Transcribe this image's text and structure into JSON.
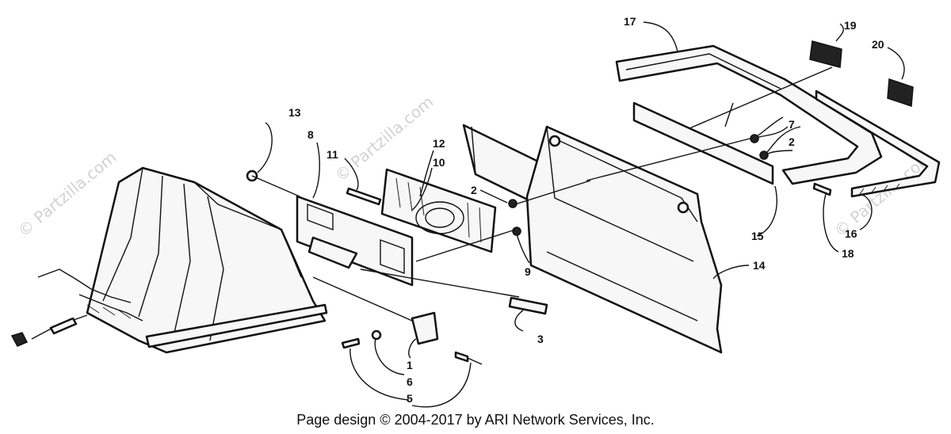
{
  "diagram": {
    "callouts": {
      "c1": "1",
      "c2a": "2",
      "c2b": "2",
      "c3": "3",
      "c5": "5",
      "c6": "6",
      "c7": "7",
      "c8": "8",
      "c9": "9",
      "c10": "10",
      "c11": "11",
      "c12": "12",
      "c13": "13",
      "c14": "14",
      "c15": "15",
      "c16": "16",
      "c17": "17",
      "c18": "18",
      "c19": "19",
      "c20": "20"
    },
    "watermark": "© Partzilla.com"
  },
  "footer": {
    "copyright": "Page design © 2004-2017 by ARI Network Services, Inc."
  }
}
